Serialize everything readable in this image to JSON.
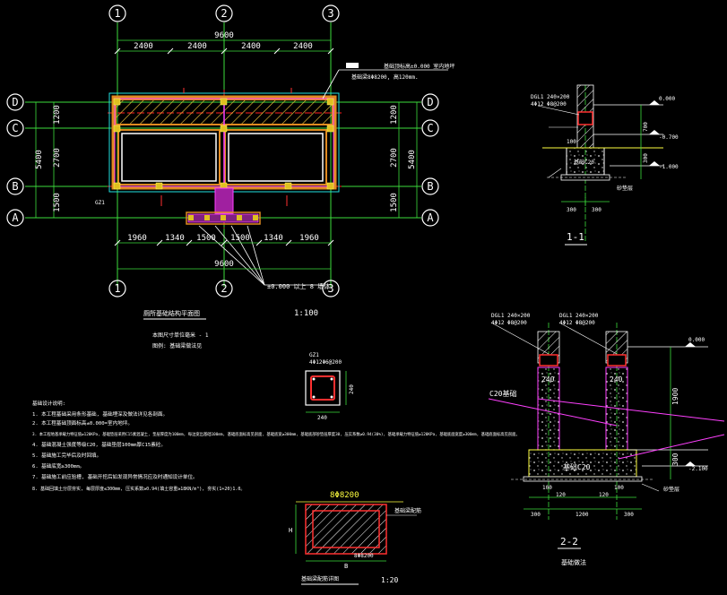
{
  "plan": {
    "axes_top": [
      "1",
      "2",
      "3"
    ],
    "axes_bottom": [
      "1",
      "2",
      "3"
    ],
    "axes_left": [
      "D",
      "C",
      "B",
      "A"
    ],
    "axes_right": [
      "D",
      "C",
      "B",
      "A"
    ],
    "dims_top": [
      "2400",
      "2400",
      "2400",
      "2400"
    ],
    "total_top": "9600",
    "dims_bottom": [
      "1960",
      "1340",
      "1500",
      "1500",
      "1340",
      "1960"
    ],
    "total_bottom": "9600",
    "dims_left": [
      "1200",
      "2700",
      "1500"
    ],
    "total_left": "5400",
    "dims_right": [
      "1200",
      "2700",
      "1500"
    ],
    "total_right": "5400",
    "note_top_1": "基础顶标高±0.000 室内地坪",
    "note_top_2": "基础梁8Φ8200, 高120mm.",
    "note_bottom": "±0.000 以上 8 墙体",
    "gz_label": "GZ1",
    "title": "厕所基础结构平面图",
    "scale": "1:100",
    "sub1": "本图尺寸单位毫米 - 1",
    "sub2": "图例: 基础梁做法见"
  },
  "notes": {
    "heading": "基础设计说明:",
    "lines": [
      "1. 本工程基础采用条形基础, 基础埋深及做法详见各剖面。",
      "2. 本工程基础顶面标高±0.000=室内地坪。",
      "3. 本工程地基承载力特征值≥120KPa, 基础垫层采用C15素混凝土, 垫层厚度为100mm, 每边宽出基础100mm, 基础底面标高见剖面, 基础底宽≥300mm, 基础底部砂垫层厚度30, 压实系数≥0.94(30%), 基础承载力特征值≥120KPa, 基础底面宽度≥300mm, 基础底面标高见剖面。",
      "4. 基础混凝土强度等级C20, 基础垫层100mm厚C15素砼。",
      "5. 基础施工完毕后及时回填。",
      "6. 基础底宽≥300mm。",
      "7. 基础施工前应验槽, 基础开挖后如发现异常情况应及时通知设计单位。",
      "8. 基础回填土分层夯实, 每层厚度≤300mm, 压实系数≥0.94(填土容重≥18KN/m³), 夯实(1+20)1.0。"
    ]
  },
  "sec11": {
    "title": "1-1",
    "beam1": "DGL1 240×200",
    "beam2": "4Φ12 Φ8@200",
    "elev_top": "0.000",
    "elev_mid": "-0.700",
    "elev_bot": "-1.000",
    "d700": "700",
    "d300": "300",
    "found": "基础C20",
    "w1": "300",
    "w2": "300",
    "small": "100",
    "tag": "砂垫层"
  },
  "sec22": {
    "title": "2-2",
    "subtitle": "基础做法",
    "beam_a1": "DGL1 240×200",
    "beam_a2": "4Φ12 Φ8@200",
    "beam_b1": "DGL1 240×200",
    "beam_b2": "4Φ12 Φ8@200",
    "c20": "C20基础",
    "w240a": "240",
    "w240b": "240",
    "elev_top": "0.000",
    "elev_bot": "-2.100",
    "d1900": "1900",
    "d300": "300",
    "found": "基础C20",
    "b300a": "300",
    "b1200": "1200",
    "b300b": "300",
    "s100a": "100",
    "s120": "120",
    "s100b": "100",
    "s120b": "120"
  },
  "gz": {
    "tag": "GZ1",
    "label": "4Φ12Φ6@200",
    "dim_v": "240",
    "dim_h": "240"
  },
  "beam": {
    "top": "8Φ8200",
    "h": "H",
    "b": "B",
    "right": "基础梁配筋",
    "bottom_lbl": "8Φ8200",
    "foot": "基础梁配筋详图",
    "scale": "1:20"
  }
}
